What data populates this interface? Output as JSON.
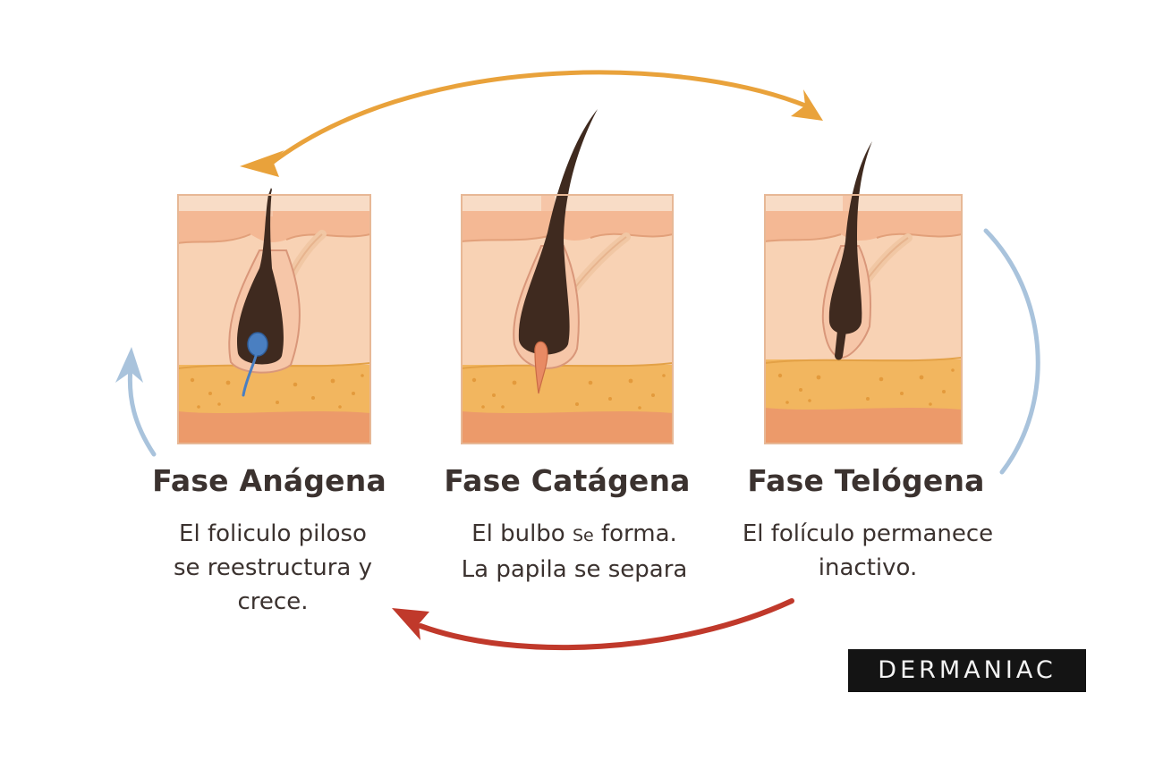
{
  "phases": [
    {
      "title": "Fase Anágena",
      "description_lines": [
        "El foliculo piloso",
        "se reestructura y",
        "crece."
      ]
    },
    {
      "title": "Fase Catágena",
      "description_lines": [
        "El bulbo ",
        "Se",
        " forma.",
        "La papila se separa"
      ]
    },
    {
      "title": "Fase Telógena",
      "description_lines": [
        "El folículo permanece",
        "inactivo."
      ]
    }
  ],
  "logo": "DERMANIAC",
  "colors": {
    "arrow_top": "#e9a23b",
    "arrow_bottom": "#c0392b",
    "arrow_side": "#a9c3dc",
    "hair": "#3f2a1f",
    "skin_top": "#f6c6a4",
    "dermis": "#f8d2b4",
    "fat": "#f2b65f",
    "base": "#ec9a6a",
    "papilla_anagen": "#4a7fc1",
    "papilla_catagen": "#e88a64"
  }
}
